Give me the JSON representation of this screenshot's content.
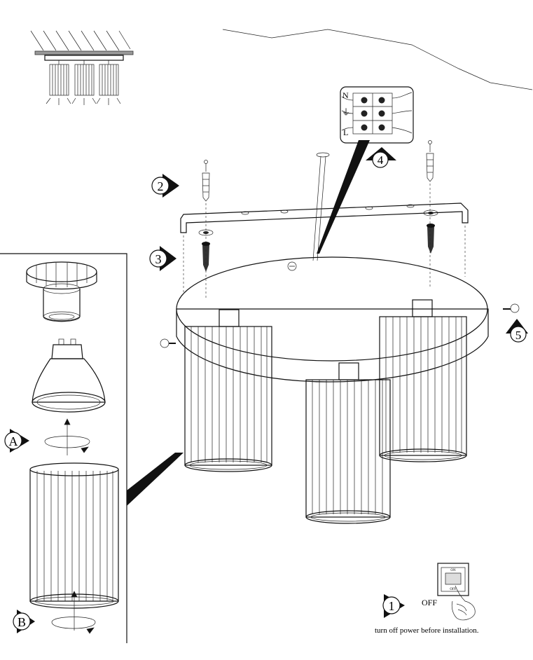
{
  "steps": [
    {
      "id": "1",
      "label": "1"
    },
    {
      "id": "2",
      "label": "2"
    },
    {
      "id": "3",
      "label": "3"
    },
    {
      "id": "4",
      "label": "4"
    },
    {
      "id": "5",
      "label": "5"
    },
    {
      "id": "A",
      "label": "A"
    },
    {
      "id": "B",
      "label": "B"
    }
  ],
  "terminal_block": {
    "neutral": "N",
    "earth": "⏚",
    "live": "L"
  },
  "switch": {
    "on": "ON",
    "off_small": "OFF",
    "off_label": "OFF"
  },
  "instruction": "turn off power before installation."
}
